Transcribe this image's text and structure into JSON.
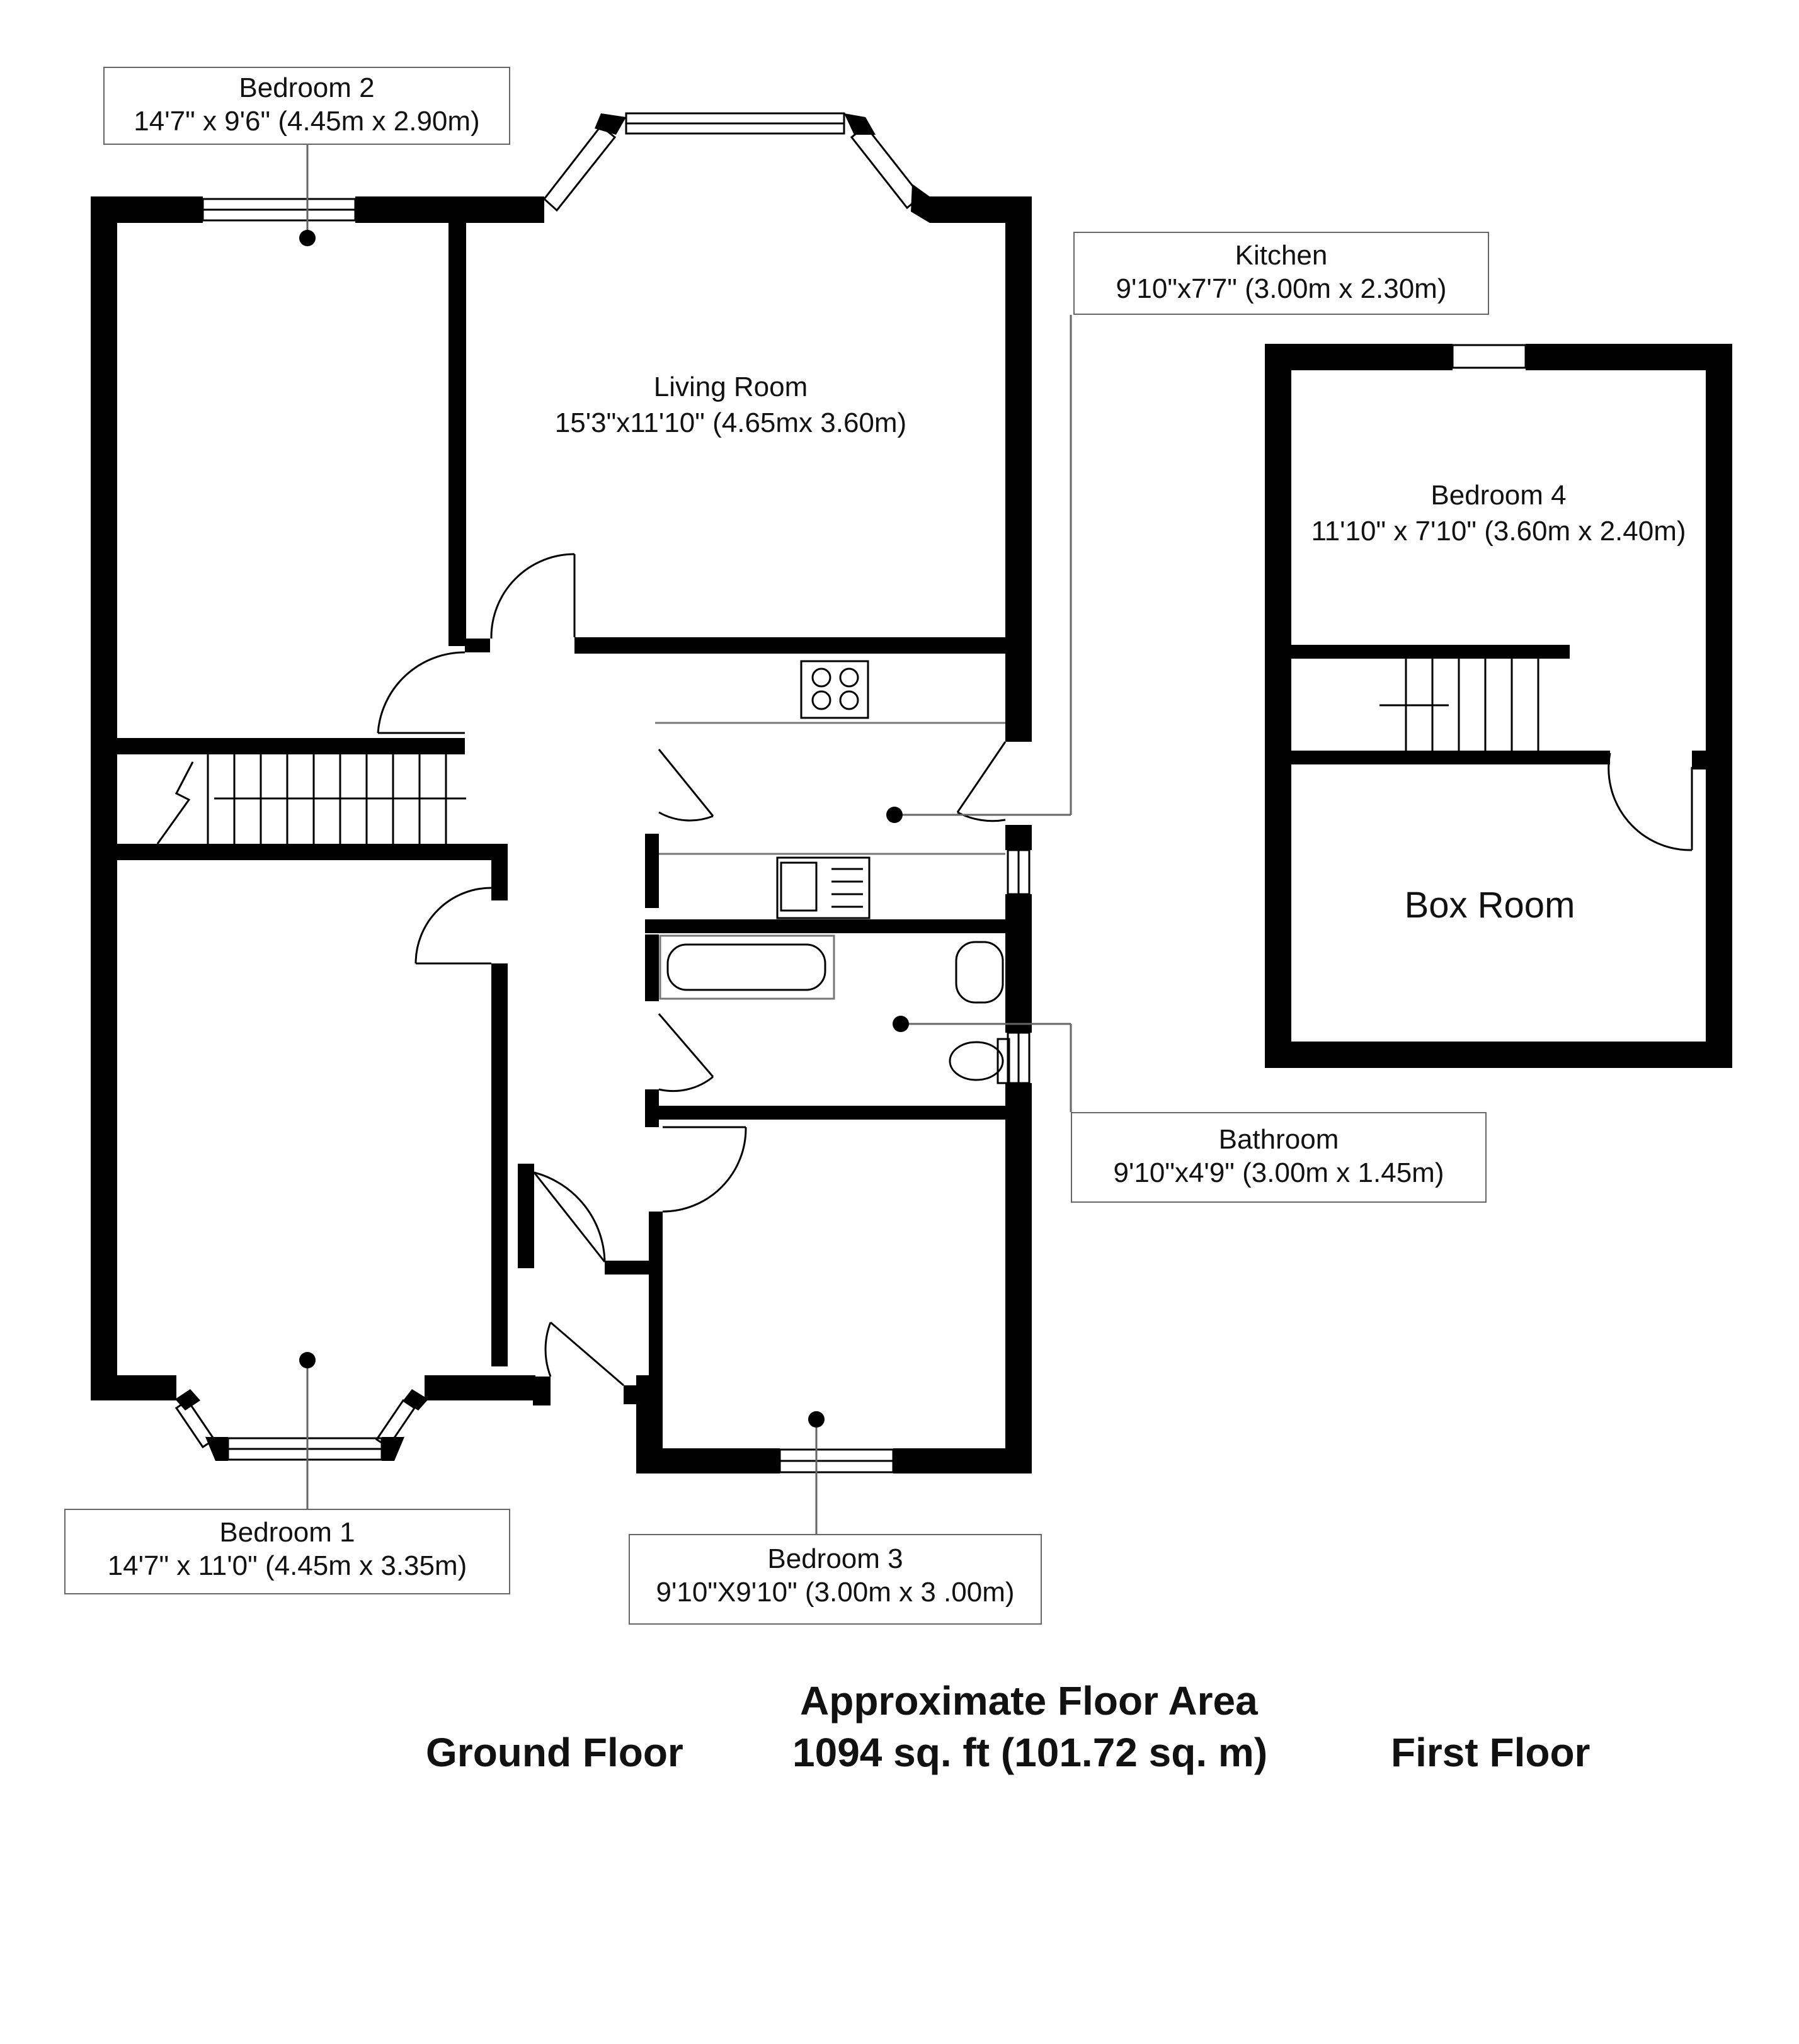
{
  "labels": {
    "bedroom2": {
      "name": "Bedroom 2",
      "dims": "14'7\" x 9'6\" (4.45m x 2.90m)"
    },
    "kitchen": {
      "name": "Kitchen",
      "dims": "9'10\"x7'7\" (3.00m x 2.30m)"
    },
    "living": {
      "name": "Living Room",
      "dims": "15'3\"x11'10\" (4.65mx 3.60m)"
    },
    "bedroom4": {
      "name": "Bedroom 4",
      "dims": "11'10\" x 7'10\" (3.60m x 2.40m)"
    },
    "boxroom": {
      "name": "Box Room"
    },
    "bathroom": {
      "name": "Bathroom",
      "dims": "9'10\"x4'9\" (3.00m x 1.45m)"
    },
    "bedroom1": {
      "name": "Bedroom 1",
      "dims": "14'7\" x 11'0\" (4.45m x 3.35m)"
    },
    "bedroom3": {
      "name": "Bedroom 3",
      "dims": "9'10\"X9'10\" (3.00m x 3 .00m)"
    }
  },
  "footer": {
    "area_title": "Approximate Floor Area",
    "ground_floor": "Ground Floor",
    "area_value": "1094 sq. ft (101.72 sq. m)",
    "first_floor": "First Floor"
  },
  "colors": {
    "wall": "#000000",
    "label_border": "#666666",
    "fixture_line": "#777777"
  }
}
